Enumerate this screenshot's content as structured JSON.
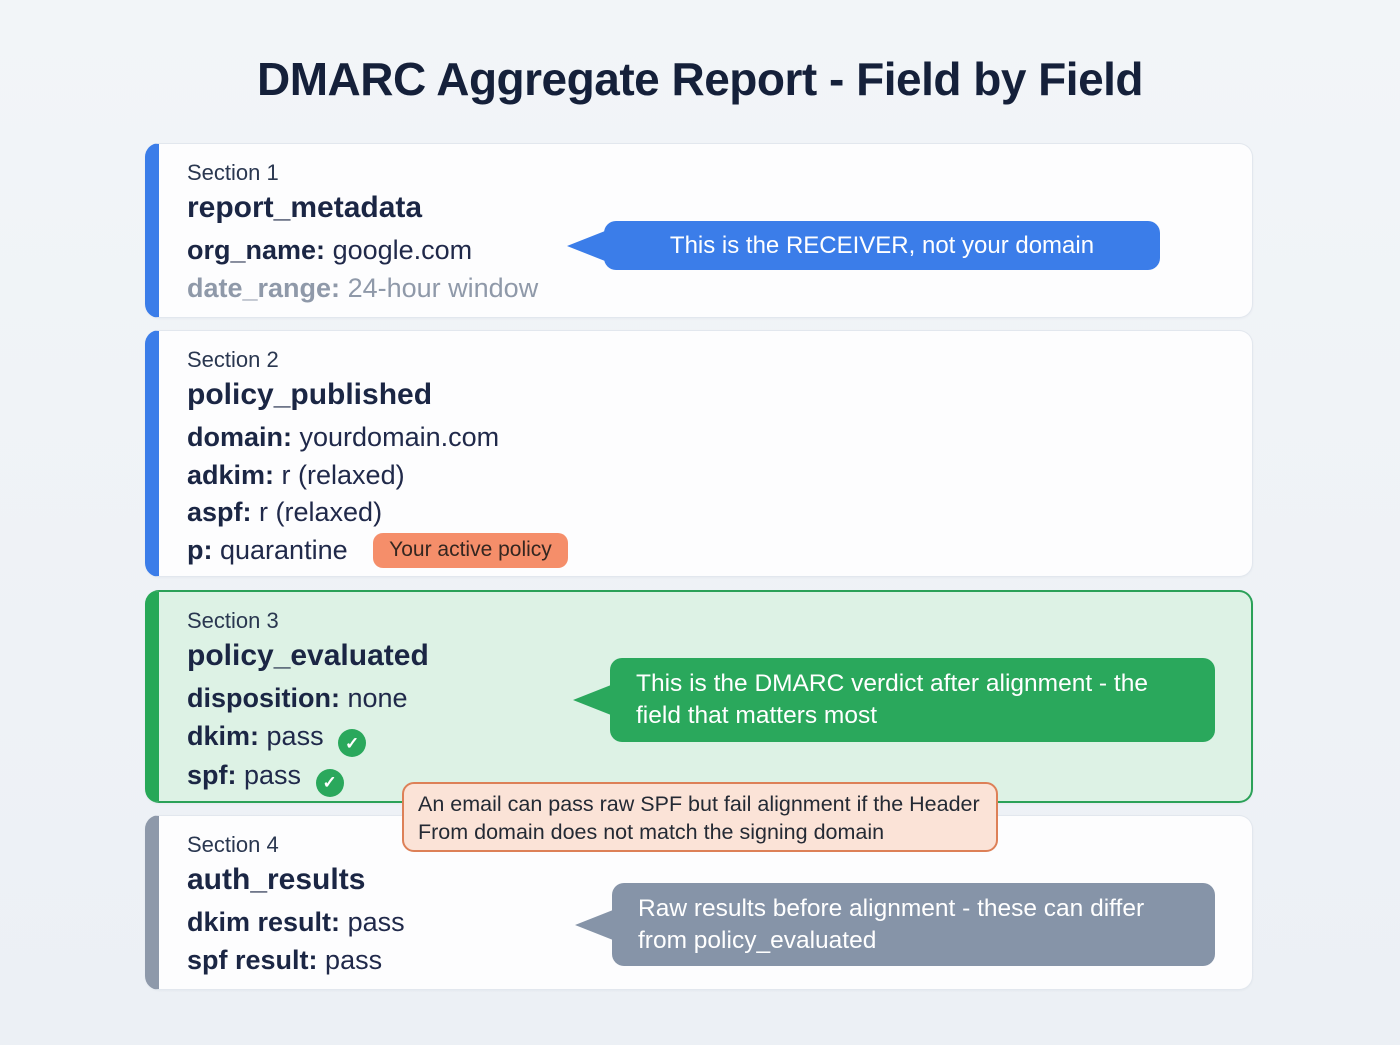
{
  "title": "DMARC Aggregate Report - Field by Field",
  "colors": {
    "background": "#eef2f6",
    "accent_blue": "#3b7de9",
    "accent_green": "#2aa85c",
    "green_card_bg": "#ddf2e5",
    "green_card_border": "#2ba158",
    "accent_gray": "#8694a8",
    "badge_orange": "#f58e6a",
    "note_bg": "#fbe3d7",
    "note_border": "#dd8057",
    "text_dark": "#1b2644",
    "text_muted": "#8f99a9"
  },
  "icons": {
    "check": "✓"
  },
  "sections": [
    {
      "label": "Section 1",
      "title": "report_metadata",
      "fields": [
        {
          "label": "org_name:",
          "value": "google.com"
        },
        {
          "label": "date_range:",
          "value": "24-hour window"
        }
      ]
    },
    {
      "label": "Section 2",
      "title": "policy_published",
      "fields": [
        {
          "label": "domain:",
          "value": "yourdomain.com"
        },
        {
          "label": "adkim:",
          "value": "r (relaxed)"
        },
        {
          "label": "aspf:",
          "value": "r (relaxed)"
        },
        {
          "label": "p:",
          "value": "quarantine"
        }
      ],
      "badge": "Your active policy"
    },
    {
      "label": "Section 3",
      "title": "policy_evaluated",
      "fields": [
        {
          "label": "disposition:",
          "value": "none"
        },
        {
          "label": "dkim:",
          "value": "pass"
        },
        {
          "label": "spf:",
          "value": "pass"
        }
      ]
    },
    {
      "label": "Section 4",
      "title": "auth_results",
      "fields": [
        {
          "label": "dkim result:",
          "value": "pass"
        },
        {
          "label": "spf result:",
          "value": "pass"
        }
      ]
    }
  ],
  "callouts": {
    "receiver": "This is the RECEIVER, not your domain",
    "verdict": "This is the DMARC verdict after alignment - the field that matters most",
    "raw_results": "Raw results before alignment - these can differ from policy_evaluated"
  },
  "note": "An email can pass raw SPF but fail alignment if the Header From domain does not match the signing domain"
}
